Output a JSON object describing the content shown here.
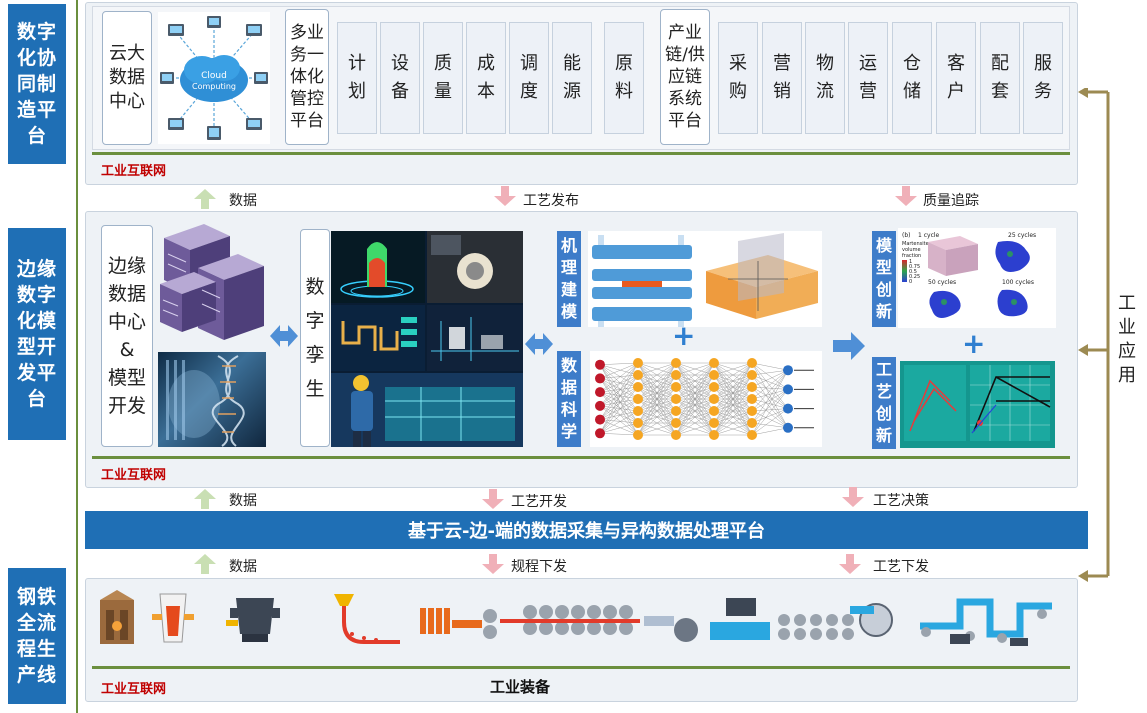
{
  "side_labels": {
    "top": "数字\n化协\n同制\n造平\n台",
    "middle": "边缘\n数字\n化模\n型开\n发平\n台",
    "bottom": "钢铁\n全流\n程生\n产线"
  },
  "top": {
    "cloud_center": "云大\n数据\n中心",
    "cloud_image_text": "Cloud\nComputing",
    "multi_business": "多业\n务一\n体化\n管控\n平台",
    "business_items": [
      "计\n划",
      "设\n备",
      "质\n量",
      "成\n本",
      "调\n度",
      "能\n源",
      "原\n料"
    ],
    "supply_chain": "产业\n链/供\n应链\n系统\n平台",
    "supply_items": [
      "采\n购",
      "营\n销",
      "物\n流",
      "运\n营",
      "仓\n储",
      "客\n户",
      "配\n套",
      "服\n务"
    ],
    "net_label": "工业互联网"
  },
  "flows_1": [
    {
      "dir": "up",
      "label": "数据"
    },
    {
      "dir": "down",
      "label": "工艺发布"
    },
    {
      "dir": "down",
      "label": "质量追踪"
    }
  ],
  "middle": {
    "edge_center": "边缘\n数据\n中心\n&\n模型\n开发",
    "digital_twin": "数\n字\n孪\n生",
    "mechanism": "机\n理\n建\n模",
    "data_science": "数\n据\n科\n学",
    "model_innovation": "模\n型\n创\n新",
    "process_innovation": "工\n艺\n创\n新",
    "plus": "+",
    "cycle_labels": [
      "1 cycle",
      "25 cycles",
      "50 cycles",
      "100 cycles"
    ],
    "legend_title": "Martensite\nvolume\nfraction",
    "legend_values": [
      "1",
      "0.75",
      "0.5",
      "0.25",
      "0"
    ],
    "net_label": "工业互联网"
  },
  "flows_2": [
    {
      "dir": "up",
      "label": "数据"
    },
    {
      "dir": "down",
      "label": "工艺开发"
    },
    {
      "dir": "down",
      "label": "工艺决策"
    }
  ],
  "main_bar": "基于云-边-端的数据采集与异构数据处理平台",
  "flows_3": [
    {
      "dir": "up",
      "label": "数据"
    },
    {
      "dir": "down",
      "label": "规程下发"
    },
    {
      "dir": "down",
      "label": "工艺下发"
    }
  ],
  "bottom": {
    "net_label": "工业互联网",
    "equipment": "工业装备"
  },
  "right_label": "工\n业\n应\n用",
  "colors": {
    "brand_blue": "#1f6fb5",
    "accent_green": "#6b8f3e",
    "net_red": "#c00000",
    "arrow_pink": "#f0b0b8",
    "arrow_green": "#c9dfb3"
  }
}
